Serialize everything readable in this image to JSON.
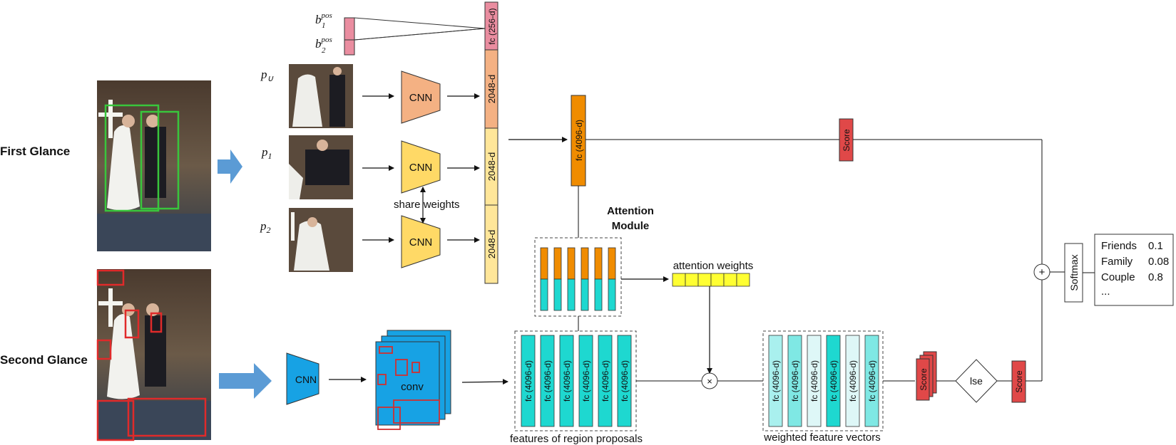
{
  "labels": {
    "first_glance": "First Glance",
    "second_glance": "Second Glance",
    "attention_module_line1": "Attention",
    "attention_module_line2": "Module",
    "share_weights": "share weights",
    "attention_weights": "attention weights",
    "features_caption": "features of region proposals",
    "weighted_caption": "weighted feature vectors",
    "cnn": "CNN",
    "conv": "conv",
    "lse": "lse",
    "softmax": "Softmax",
    "score": "Score",
    "fc256": "fc (256-d)",
    "fc4096": "fc (4096-d)",
    "d2048": "2048-d",
    "plus": "+",
    "times": "×"
  },
  "region_labels": {
    "b1": "b",
    "b1_sub": "1",
    "b1_sup": "pos",
    "b2": "b",
    "b2_sub": "2",
    "b2_sup": "pos",
    "pu": "p",
    "pu_sub": "∪",
    "p1": "p",
    "p1_sub": "1",
    "p2": "p",
    "p2_sub": "2"
  },
  "output": [
    {
      "label": "Friends",
      "value": "0.1"
    },
    {
      "label": "Family",
      "value": "0.08"
    },
    {
      "label": "Couple",
      "value": "0.8"
    },
    {
      "label": "...",
      "value": ""
    }
  ],
  "colors": {
    "pink": "#ea8da0",
    "orange_cnn": "#f4b183",
    "yellow_cnn": "#ffd966",
    "light_yellow": "#ffe699",
    "fc_orange": "#f08c00",
    "cyan": "#1ed8d0",
    "light_cyan": "#a9f0ee",
    "pale_cyan": "#def7f7",
    "blue": "#17a2e4",
    "red": "#e04848",
    "att_yellow": "#ffff33",
    "arrow_blue": "#5b9bd5"
  }
}
